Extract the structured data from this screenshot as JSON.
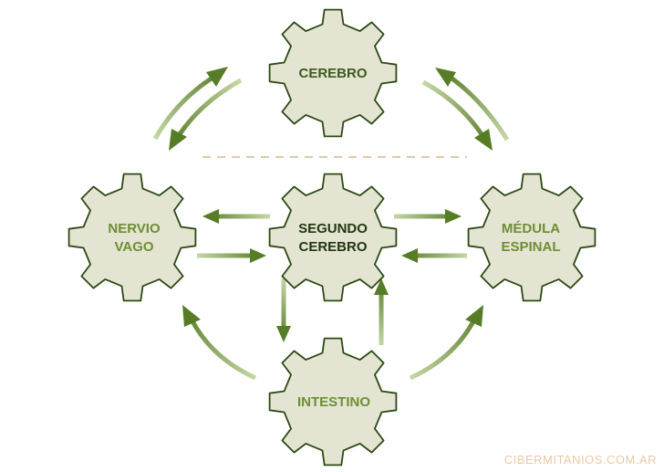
{
  "nodes": {
    "cerebro": {
      "lines": [
        "CEREBRO"
      ],
      "color": "#3d5a1e"
    },
    "segundo": {
      "lines": [
        "SEGUNDO",
        "CEREBRO"
      ],
      "color": "#1f3610"
    },
    "nervio": {
      "lines": [
        "NERVIO",
        "VAGO"
      ],
      "color": "#6d8f33"
    },
    "medula": {
      "lines": [
        "MÉDULA",
        "ESPINAL"
      ],
      "color": "#6d8f33"
    },
    "intestino": {
      "lines": [
        "INTESTINO"
      ],
      "color": "#6d8f33"
    }
  },
  "colors": {
    "gear_fill": "#e4e4d3",
    "gear_stroke": "#2d4a14",
    "arrow_dark": "#577c26",
    "arrow_light": "#c3d5a4",
    "divider": "#e0c8b0"
  },
  "watermark": "CIBERMITANIOS.COM.AR"
}
